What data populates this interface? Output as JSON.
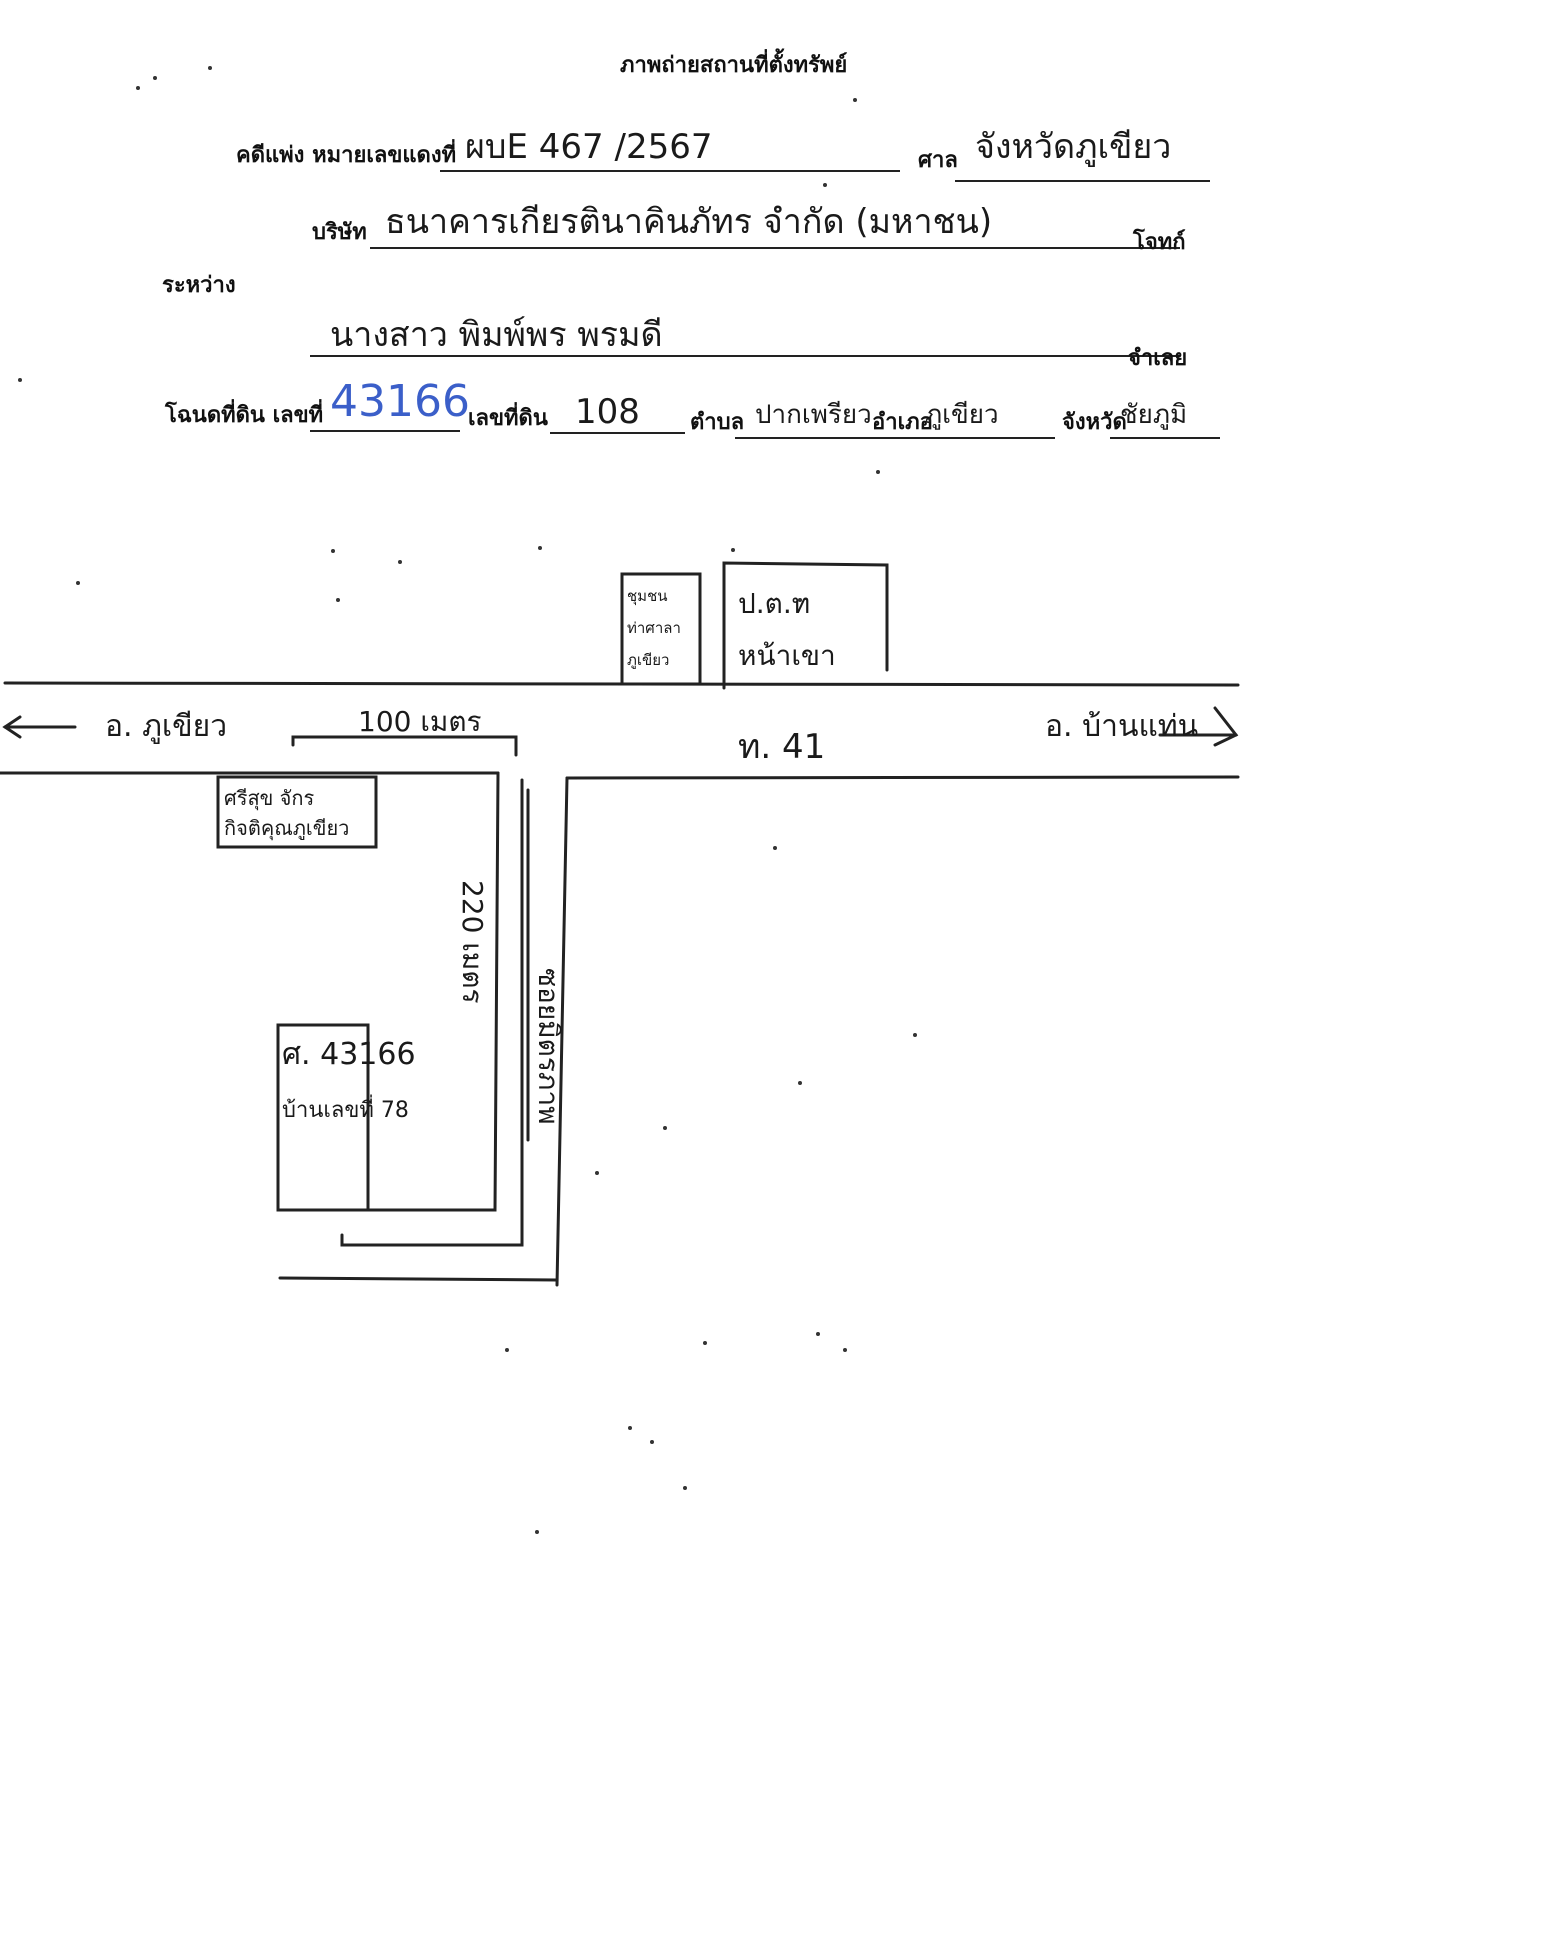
{
  "header": {
    "title": "ภาพถ่ายสถานที่ตั้งทรัพย์"
  },
  "case": {
    "case_label": "คดีแพ่ง หมายเลขแดงที่",
    "case_number": "ผบE 467 /2567",
    "court_label": "ศาล",
    "court_name": "จังหวัดภูเขียว"
  },
  "plaintiff": {
    "prefix": "บริษัท",
    "name": "ธนาคารเกียรตินาคินภัทร จำกัด (มหาชน)",
    "role": "โจทก์"
  },
  "between_label": "ระหว่าง",
  "defendant": {
    "name": "นางสาว พิมพ์พร พรมดี",
    "role": "จำเลย"
  },
  "deed": {
    "deed_label": "โฉนดที่ดิน เลขที่",
    "deed_number": "43166",
    "land_no_label": "เลขที่ดิน",
    "land_no": "108",
    "subdistrict_label": "ตำบล",
    "subdistrict": "ปากเพรียว",
    "district_label": "อำเภอ",
    "district": "ภูเขียว",
    "province_label": "จังหวัด",
    "province": "ชัยภูมิ"
  },
  "map": {
    "left_direction": "อ. ภูเขียว",
    "right_direction": "อ. บ้านแท่น",
    "highway": "ท. 41",
    "distance_top": "100 เมตร",
    "distance_side": "220 เมตร",
    "soi_label": "ซอยมิตรภาพ",
    "building_left_lines": [
      "ชุมชน",
      "ท่าศาลา",
      "ภูเขียว"
    ],
    "building_right_lines": [
      "ป.ต.ท",
      "หน้าเขา"
    ],
    "shop_lines": [
      "ศรีสุข จักร",
      "กิจติคุณภูเขียว"
    ],
    "parcel_line1": "ศ. 43166",
    "parcel_line2": "บ้านเลขที่ 78"
  }
}
